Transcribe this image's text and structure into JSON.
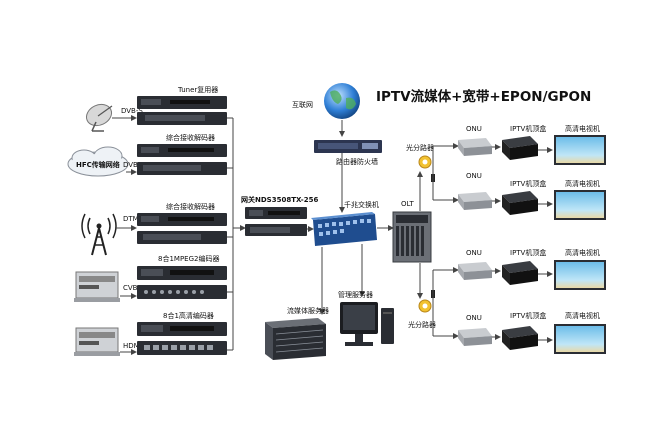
{
  "title": "IPTV流媒体+宽带+EPON/GPON",
  "left_labels": {
    "dvbs": "DVB-S",
    "dvbc": "DVB-C",
    "dtmb": "DTMB",
    "cvbs": "CVBS",
    "hdmi": "HDMI",
    "hfc": "HFC传输网络"
  },
  "devices": {
    "tuner": "Tuner复用器",
    "decoder1": "综合接收解码器",
    "decoder2": "综合接收解码器",
    "mpeg2": "8合1MPEG2编码器",
    "hd_encoder": "8合1高清编码器",
    "gateway": "网关NDS3508TX-256",
    "internet": "互联网",
    "router": "路由器防火墙",
    "switch": "千兆交换机",
    "olt": "OLT",
    "streaming_server": "流媒体服务器",
    "mgmt_server": "管理服务器",
    "splitter_top": "光分路器",
    "splitter_bottom": "光分路器"
  },
  "header_labels": {
    "onu": "ONU",
    "stb": "IPTV机顶盒",
    "tv": "高清电视机"
  },
  "row_labels": {
    "stb": "IPTV机顶盒",
    "tv": "高清电视机",
    "onu": "ONU"
  },
  "colors": {
    "device_dark": "#2a2d33",
    "device_mid": "#4a4e56",
    "switch_blue": "#3a6fb5",
    "globe_blue": "#2f7fd6",
    "tv_sky": "#8fd0f2",
    "line": "#444444",
    "olt_gray": "#6b6f76"
  }
}
